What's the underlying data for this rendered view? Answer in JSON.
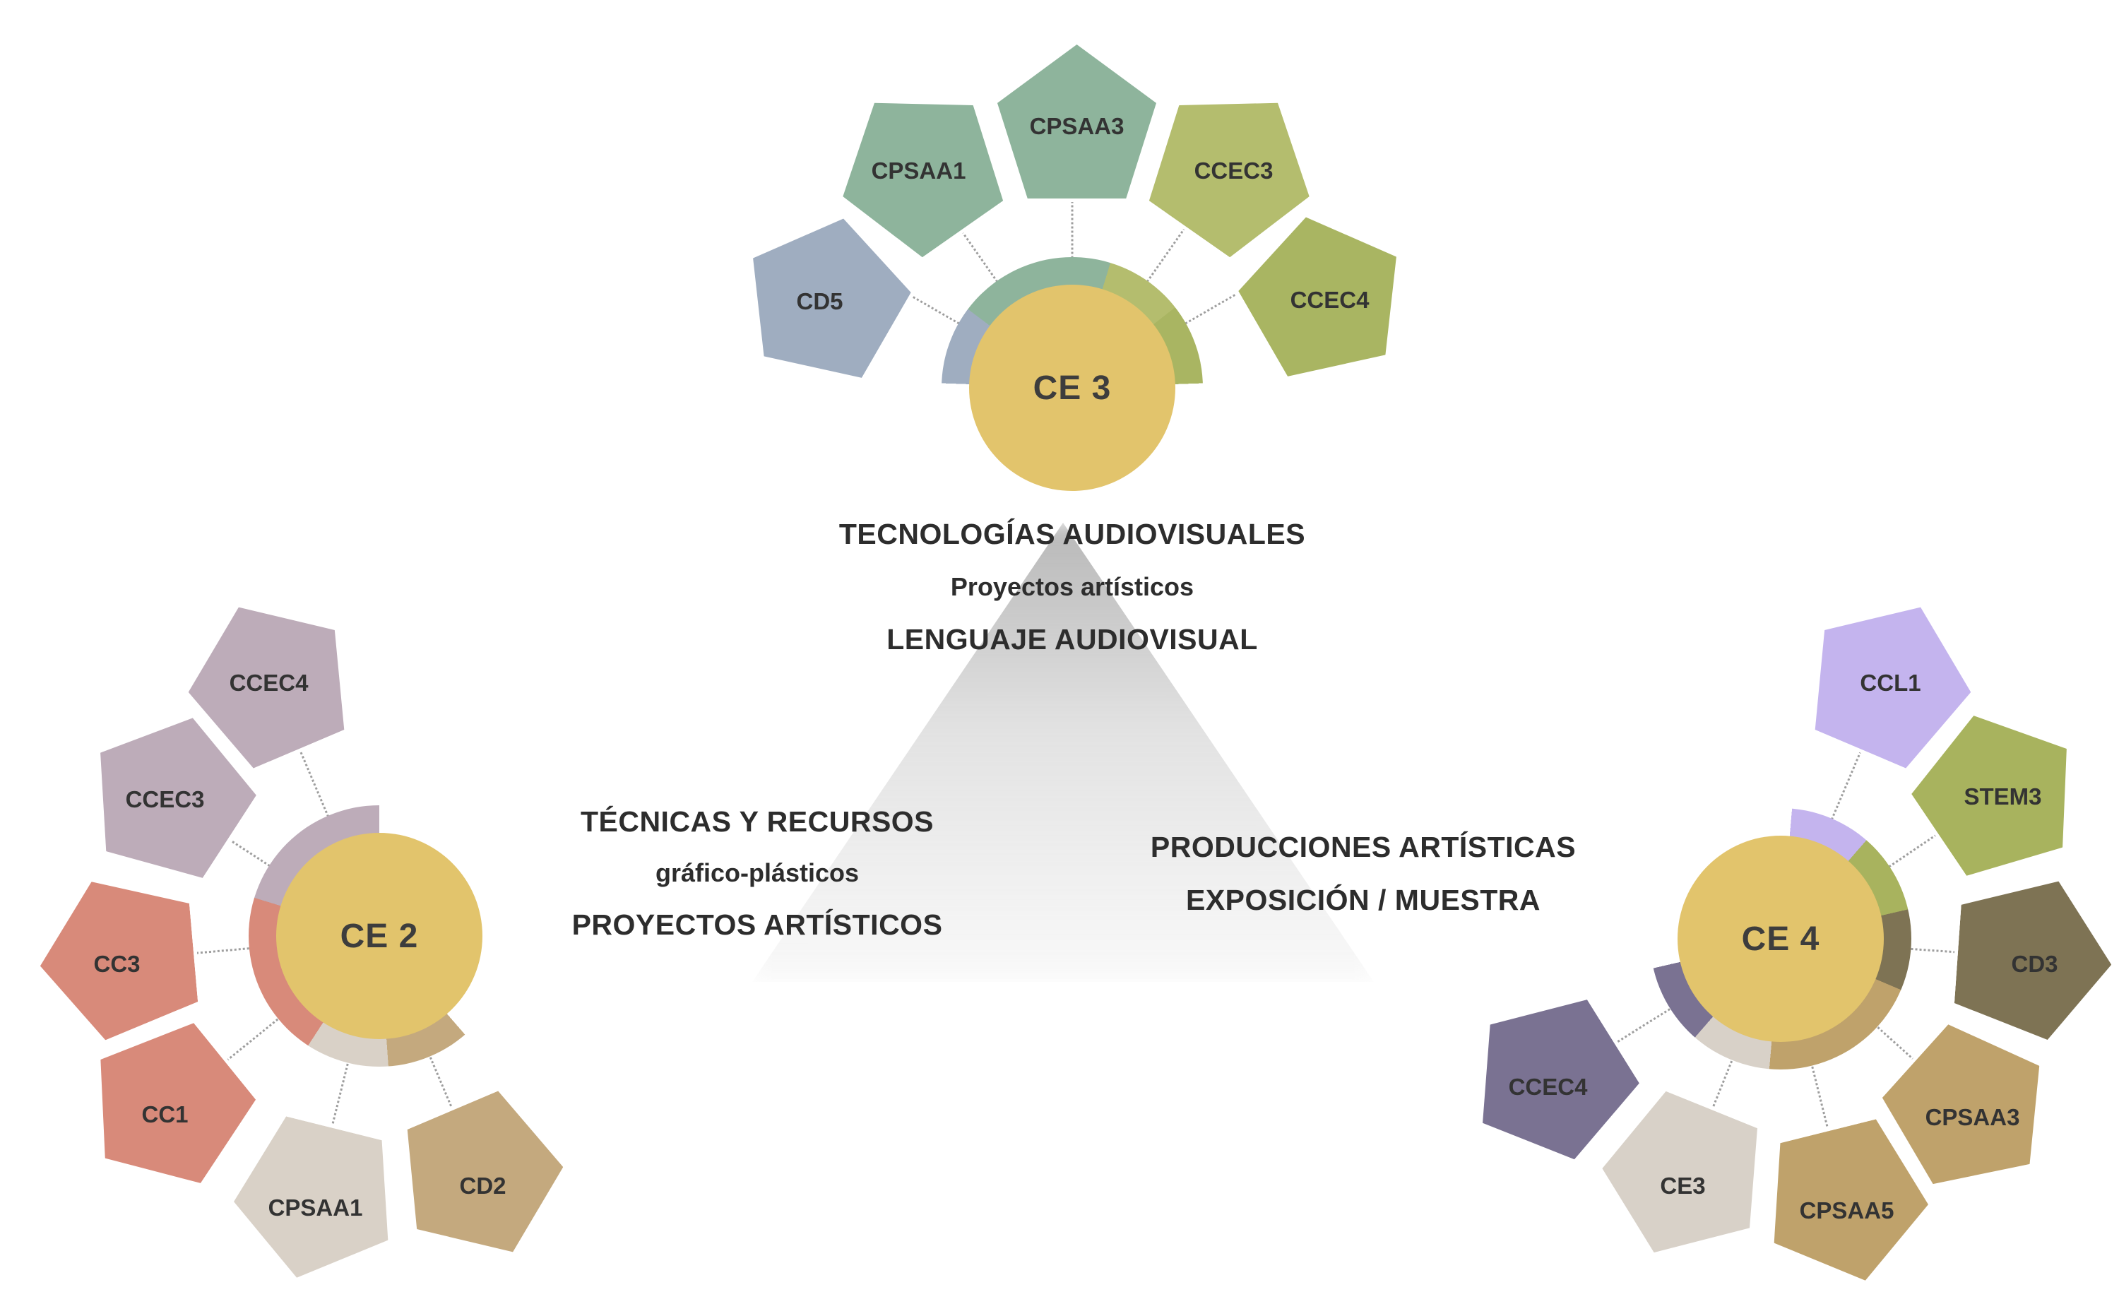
{
  "figure": {
    "background_color": "#ffffff",
    "triangle_color": "#9a9a9a",
    "connector_color": "#9e9e9e"
  },
  "clusters": [
    {
      "name": "CE 3",
      "center_color": "#e2c46c",
      "caption": {
        "line1": "TECNOLOGÍAS AUDIOVISUALES",
        "line2": "Proyectos artísticos",
        "line3": "LENGUAJE AUDIOVISUAL"
      },
      "petals": [
        {
          "label": "CD5",
          "color": "#9fadc0"
        },
        {
          "label": "CPSAA1",
          "color": "#8eb49c"
        },
        {
          "label": "CPSAA3",
          "color": "#8eb49c"
        },
        {
          "label": "CCEC3",
          "color": "#b4bd6e"
        },
        {
          "label": "CCEC4",
          "color": "#a9b562"
        }
      ]
    },
    {
      "name": "CE 2",
      "center_color": "#e2c46c",
      "caption": {
        "line1": "TÉCNICAS Y RECURSOS",
        "line2": "gráfico-plásticos",
        "line3": "PROYECTOS ARTÍSTICOS"
      },
      "petals": [
        {
          "label": "CCEC4",
          "color": "#bdacb9"
        },
        {
          "label": "CCEC3",
          "color": "#bdacb9"
        },
        {
          "label": "CC3",
          "color": "#d88a7a"
        },
        {
          "label": "CC1",
          "color": "#d88a7a"
        },
        {
          "label": "CPSAA1",
          "color": "#d9d1c7"
        },
        {
          "label": "CD2",
          "color": "#c4a97e"
        }
      ]
    },
    {
      "name": "CE 4",
      "center_color": "#e2c46c",
      "caption": {
        "line1": "PRODUCCIONES ARTÍSTICAS",
        "line2": "EXPOSICIÓN / MUESTRA"
      },
      "petals": [
        {
          "label": "CCL1",
          "color": "#c4b4ee"
        },
        {
          "label": "STEM3",
          "color": "#a8b35e"
        },
        {
          "label": "CD3",
          "color": "#7e7354"
        },
        {
          "label": "CPSAA3",
          "color": "#bfa26b"
        },
        {
          "label": "CPSAA5",
          "color": "#bfa26b"
        },
        {
          "label": "CE3",
          "color": "#d8d1c8"
        },
        {
          "label": "CCEC4",
          "color": "#7a7292"
        }
      ]
    }
  ]
}
